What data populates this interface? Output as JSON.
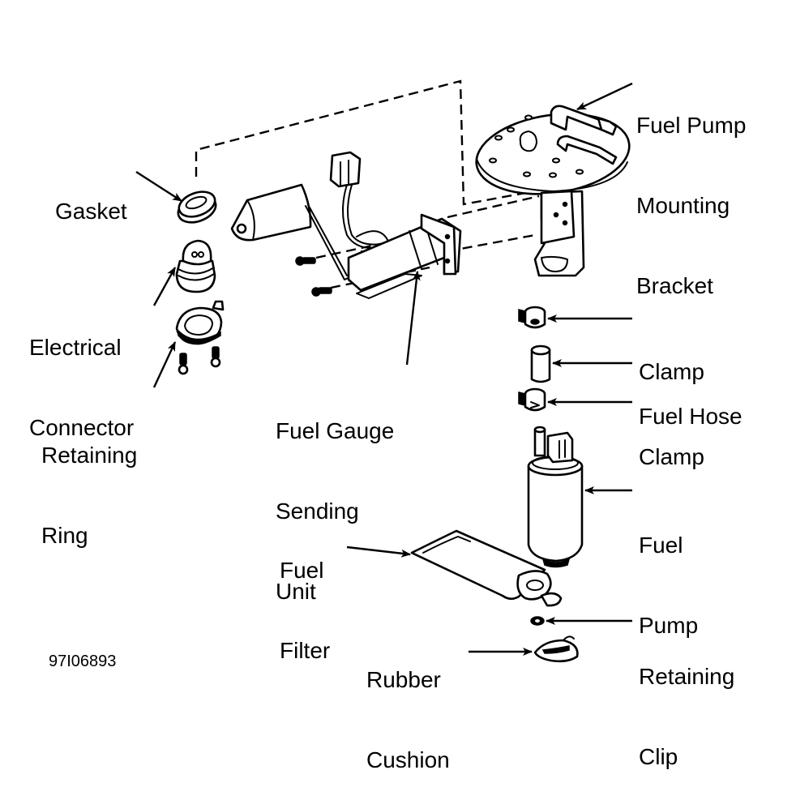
{
  "diagram": {
    "title": "Fuel Pump Assembly - Exploded View",
    "reference_code": "97I06893",
    "colors": {
      "line": "#000000",
      "background": "#ffffff"
    },
    "labels": {
      "fuel_pump_mounting_bracket": [
        "Fuel Pump",
        "Mounting",
        "Bracket"
      ],
      "gasket": [
        "Gasket"
      ],
      "electrical_connector": [
        "Electrical",
        "Connector"
      ],
      "retaining_ring": [
        "Retaining",
        "Ring"
      ],
      "fuel_gauge_sending_unit": [
        "Fuel Gauge",
        "Sending",
        "Unit"
      ],
      "clamp_upper": [
        "Clamp"
      ],
      "fuel_hose": [
        "Fuel Hose"
      ],
      "clamp_lower": [
        "Clamp"
      ],
      "fuel_pump": [
        "Fuel",
        "Pump"
      ],
      "fuel_filter": [
        "Fuel",
        "Filter"
      ],
      "rubber_cushion": [
        "Rubber",
        "Cushion"
      ],
      "retaining_clip": [
        "Retaining",
        "Clip"
      ]
    }
  }
}
